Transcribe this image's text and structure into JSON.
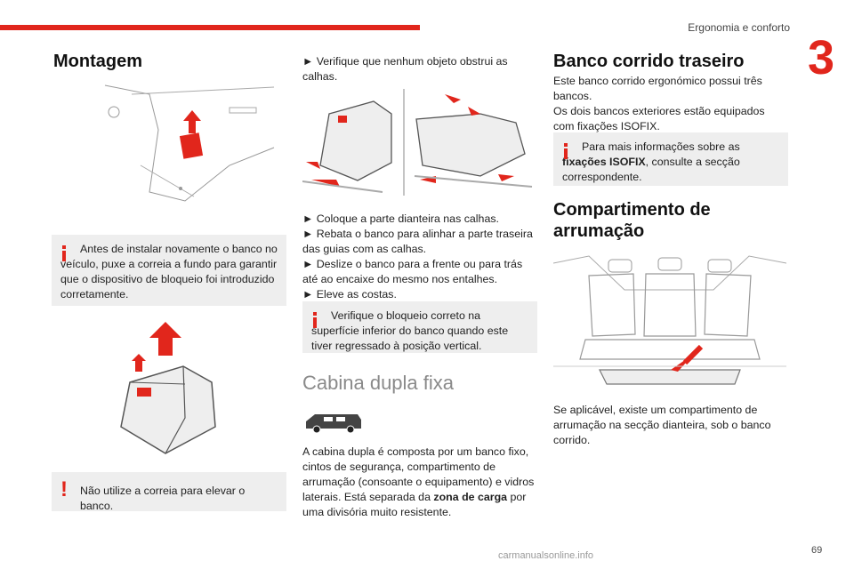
{
  "header": {
    "title": "Ergonomia e conforto",
    "chapter": "3"
  },
  "col1": {
    "title": "Montagem",
    "info_box": "Antes de instalar novamente o banco no veículo, puxe a correia a fundo para garantir que o dispositivo de bloqueio foi introduzido corretamente.",
    "warning_box": "Não utilize a correia para elevar o banco."
  },
  "col2": {
    "step_check_rails": "► Verifique que nenhum objeto obstrui as calhas.",
    "step_place_front": "► Coloque a parte dianteira nas calhas.",
    "step_tilt": "► Rebata o banco para alinhar a parte traseira das guias com as calhas.",
    "step_slide": "► Deslize o banco para a frente ou para trás até ao encaixe do mesmo nos entalhes.",
    "step_raise": "► Eleve as costas.",
    "info_box": "Verifique o bloqueio correto na superfície inferior do banco quando este tiver regressado à posição vertical.",
    "section_title": "Cabina dupla fixa",
    "para_pre": "A cabina dupla é composta por um banco fixo, cintos de segurança, compartimento de arrumação (consoante o equipamento) e vidros laterais. Está separada da ",
    "para_bold": "zona de carga",
    "para_post": " por uma divisória muito resistente."
  },
  "col3": {
    "title": "Banco corrido traseiro",
    "para1": "Este banco corrido ergonómico possui três bancos.",
    "para2": "Os dois bancos exteriores estão equipados com fixações ISOFIX.",
    "info_pre": "Para mais informações sobre as ",
    "info_bold": "fixações ISOFIX",
    "info_post": ", consulte a secção correspondente.",
    "title2": "Compartimento de arrumação",
    "para3": "Se aplicável, existe um compartimento de arrumação na secção dianteira, sob o banco corrido."
  },
  "footer": {
    "page_number": "69",
    "watermark": "carmanualsonline.info"
  }
}
